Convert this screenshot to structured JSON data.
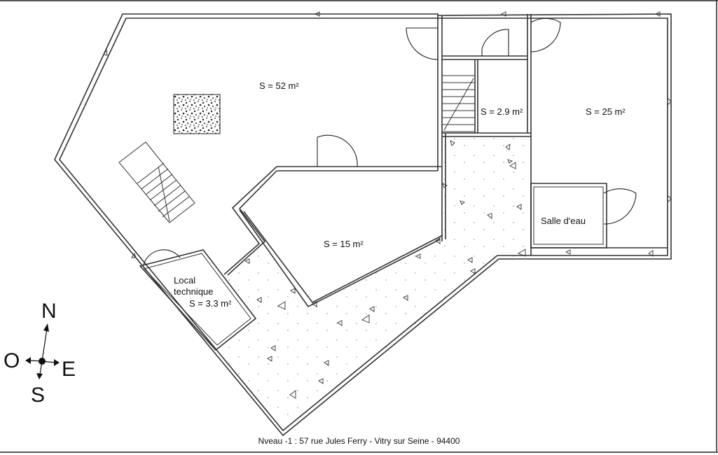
{
  "rooms": {
    "main_area": "S = 52 m²",
    "stair_room": "S = 2.9 m²",
    "right_room": "S = 25 m²",
    "middle_room": "S = 15 m²",
    "bathroom": "Salle d'eau",
    "technical_name_1": "Local",
    "technical_name_2": "technique",
    "technical_area": "S = 3.3 m²"
  },
  "compass": {
    "north": "N",
    "south": "S",
    "east": "E",
    "west": "O"
  },
  "caption": "Nveau -1  : 57 rue Jules Ferry - Vitry sur Seine - 94400"
}
